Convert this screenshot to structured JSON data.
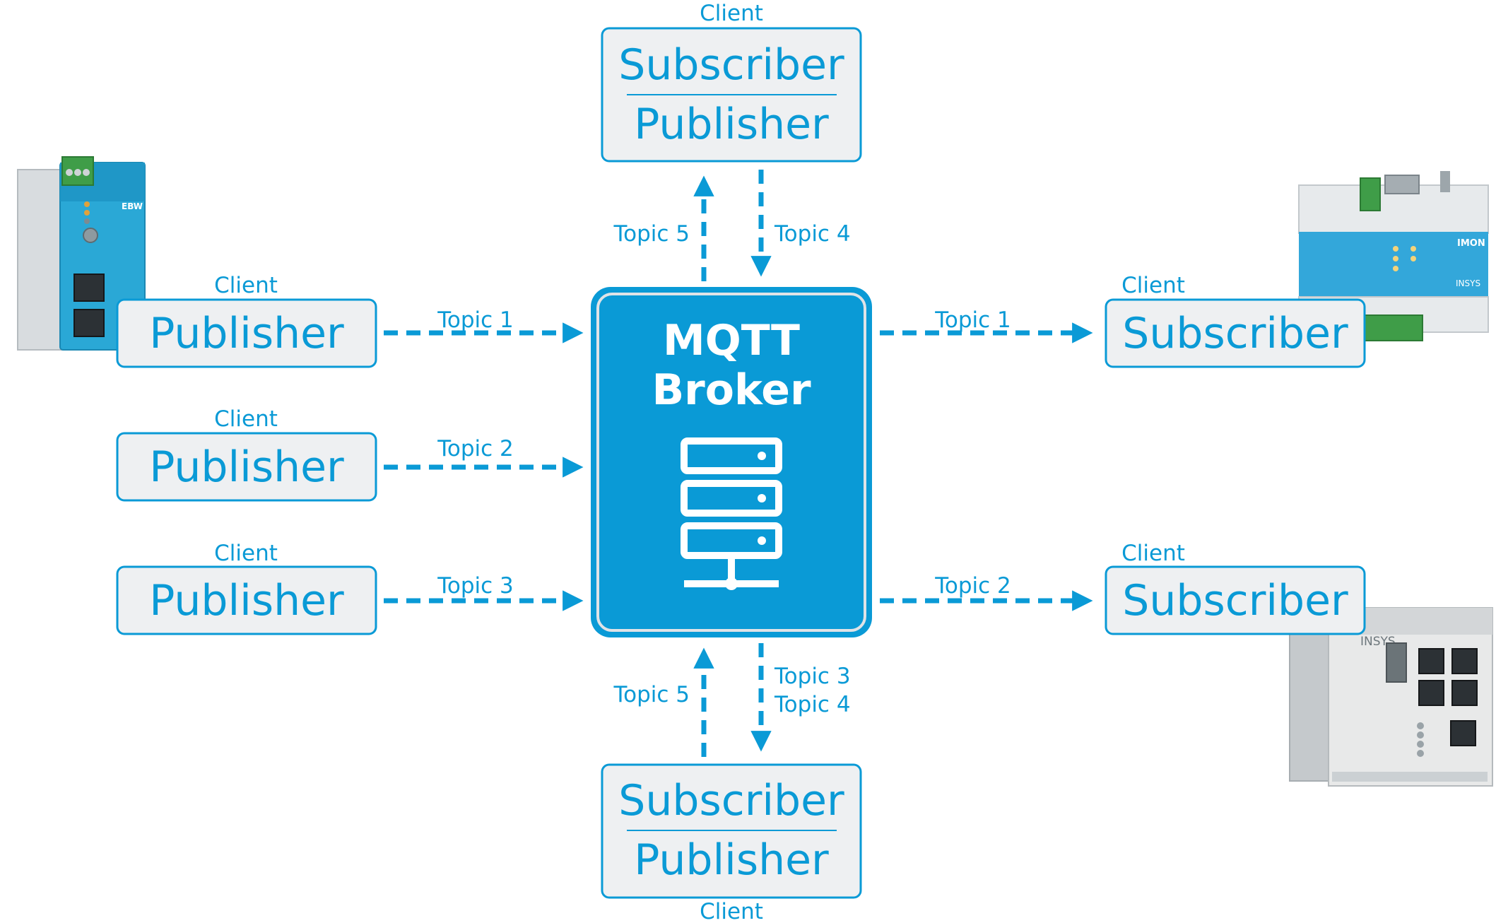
{
  "client_label": "Client",
  "publisher_label": "Publisher",
  "subscriber_label": "Subscriber",
  "broker": {
    "line1": "MQTT",
    "line2": "Broker"
  },
  "topics": {
    "left_1": "Topic 1",
    "left_2": "Topic 2",
    "left_3": "Topic 3",
    "right_1": "Topic 1",
    "right_2": "Topic 2",
    "top_up": "Topic 5",
    "top_down": "Topic 4",
    "bottom_up": "Topic 5",
    "bottom_down_1": "Topic 3",
    "bottom_down_2": "Topic 4"
  },
  "devices": {
    "left_device_label": "EBW",
    "right_top_device_label": "INSYS",
    "right_bottom_device_label": "INSYS"
  },
  "colors": {
    "accent": "#0a9ad6",
    "box_fill": "#eef0f2",
    "broker_fill": "#0a9ad6",
    "broker_frame": "#dfe3e7"
  }
}
